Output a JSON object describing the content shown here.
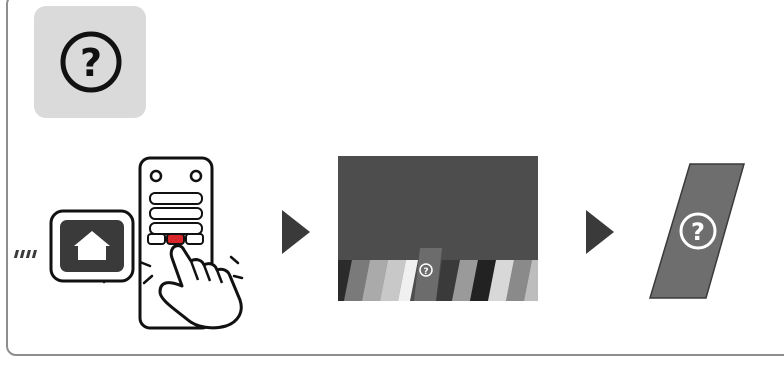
{
  "step_icon": {
    "name": "help-question-icon",
    "glyph": "?"
  },
  "steps": [
    {
      "name": "remote-home-button-step",
      "icon": "remote-icon",
      "badge_icon": "home-icon"
    },
    {
      "name": "tv-home-menu-step",
      "icon": "tv-screen-icon",
      "menu_item_glyph": "?"
    },
    {
      "name": "help-app-step",
      "icon": "help-app-icon",
      "glyph": "?"
    }
  ],
  "arrows": [
    "arrow-right-icon",
    "arrow-right-icon"
  ],
  "colors": {
    "frame": "#8e8e8e",
    "tile": "#dadada",
    "dark": "#3a3a3a",
    "screen": "#4d4d4d",
    "highlight": "#d9262b",
    "panel": "#6e6e6e"
  }
}
